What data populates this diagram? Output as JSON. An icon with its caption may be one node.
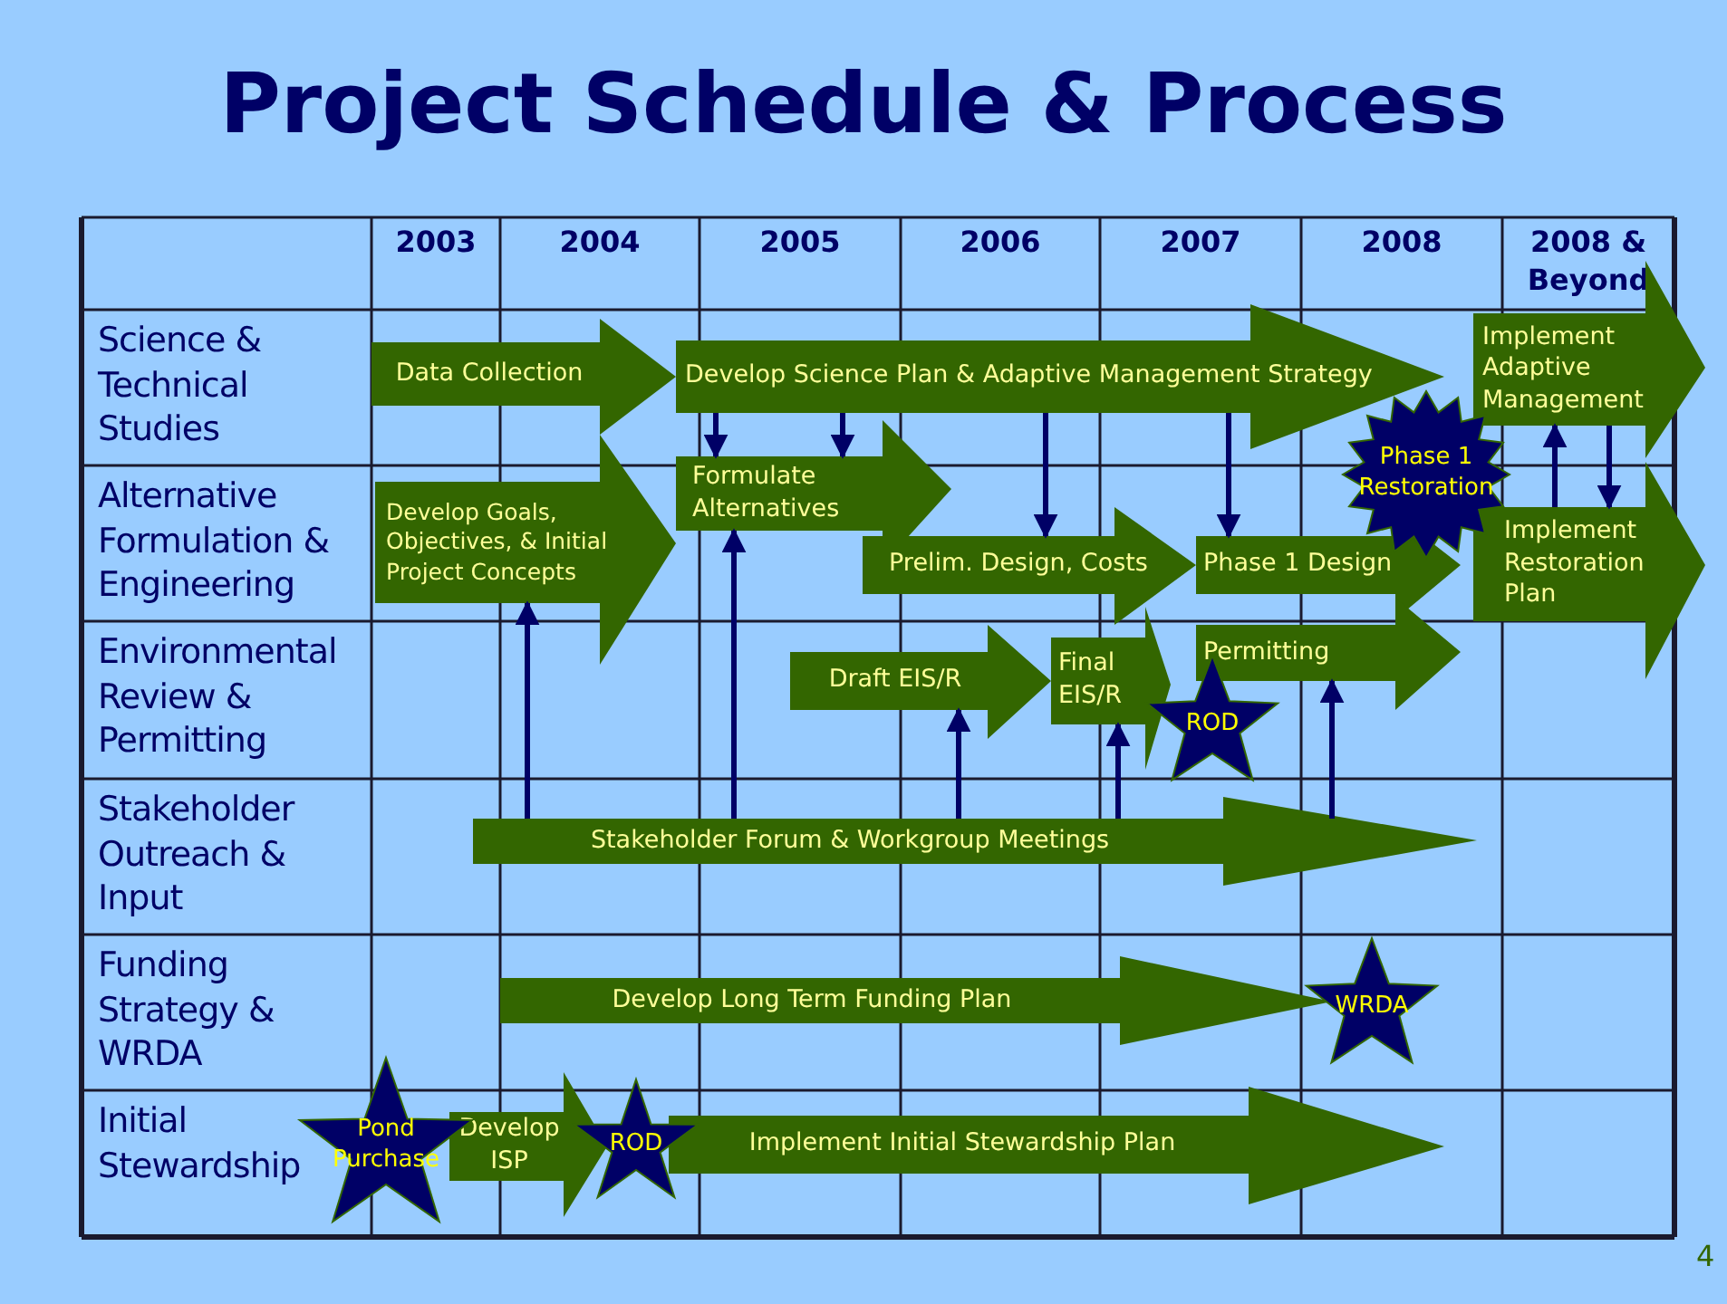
{
  "diagram": {
    "title": "Project Schedule & Process",
    "nodes": [
      {
        "text": [
          "Data Collection"
        ]
      },
      {
        "text": [
          "Develop Science Plan & Adaptive Management Strategy"
        ]
      },
      {
        "text": [
          "Implement Adaptive Management"
        ]
      },
      {
        "text": [
          "Develop Goals, Objectives, & Initial Project Concepts"
        ]
      },
      {
        "text": [
          "Formulate Alternatives"
        ]
      },
      {
        "text": [
          "Prelim. Design, Costs"
        ]
      },
      {
        "text": [
          "Phase 1 Design"
        ]
      },
      {
        "text": [
          "Phase 1 Restoration"
        ]
      },
      {
        "text": [
          "Implement Restoration Plan"
        ]
      },
      {
        "text": [
          "Draft EIS/R"
        ]
      },
      {
        "text": [
          "Final EIS/R"
        ]
      },
      {
        "text": [
          "ROD"
        ]
      },
      {
        "text": [
          "Permitting"
        ]
      },
      {
        "text": [
          "Stakeholder Forum & Workgroup Meetings"
        ]
      },
      {
        "text": [
          "Develop Long Term Funding Plan"
        ]
      },
      {
        "text": [
          "WRDA"
        ]
      },
      {
        "text": [
          "Pond Purchase"
        ]
      },
      {
        "text": [
          "Develop ISP"
        ]
      },
      {
        "text": [
          "ROD"
        ]
      },
      {
        "text": [
          "Implement Initial Stewardship Plan"
        ]
      }
    ],
    "edges": [
      {
        "from": 1,
        "to": 4,
        "arrow": "to"
      },
      {
        "from": 1,
        "to": 4,
        "arrow": "to"
      },
      {
        "from": 1,
        "to": 5,
        "arrow": "to"
      },
      {
        "from": 1,
        "to": 6,
        "arrow": "to"
      },
      {
        "from": 8,
        "to": 2,
        "arrow": "to"
      },
      {
        "from": 2,
        "to": 8,
        "arrow": "to"
      },
      {
        "from": 13,
        "to": 3,
        "arrow": "to"
      },
      {
        "from": 13,
        "to": 4,
        "arrow": "to"
      },
      {
        "from": 13,
        "to": 9,
        "arrow": "to"
      },
      {
        "from": 13,
        "to": 10,
        "arrow": "to"
      },
      {
        "from": 13,
        "to": 12,
        "arrow": "to"
      }
    ],
    "labels": [
      "2003",
      "2004",
      "2005",
      "2006",
      "2007",
      "2008",
      "2008 & Beyond",
      "Science & Technical Studies",
      "Alternative Formulation & Engineering",
      "Environmental Review & Permitting",
      "Stakeholder Outreach & Input",
      "Funding Strategy & WRDA",
      "Initial Stewardship",
      "4"
    ]
  }
}
